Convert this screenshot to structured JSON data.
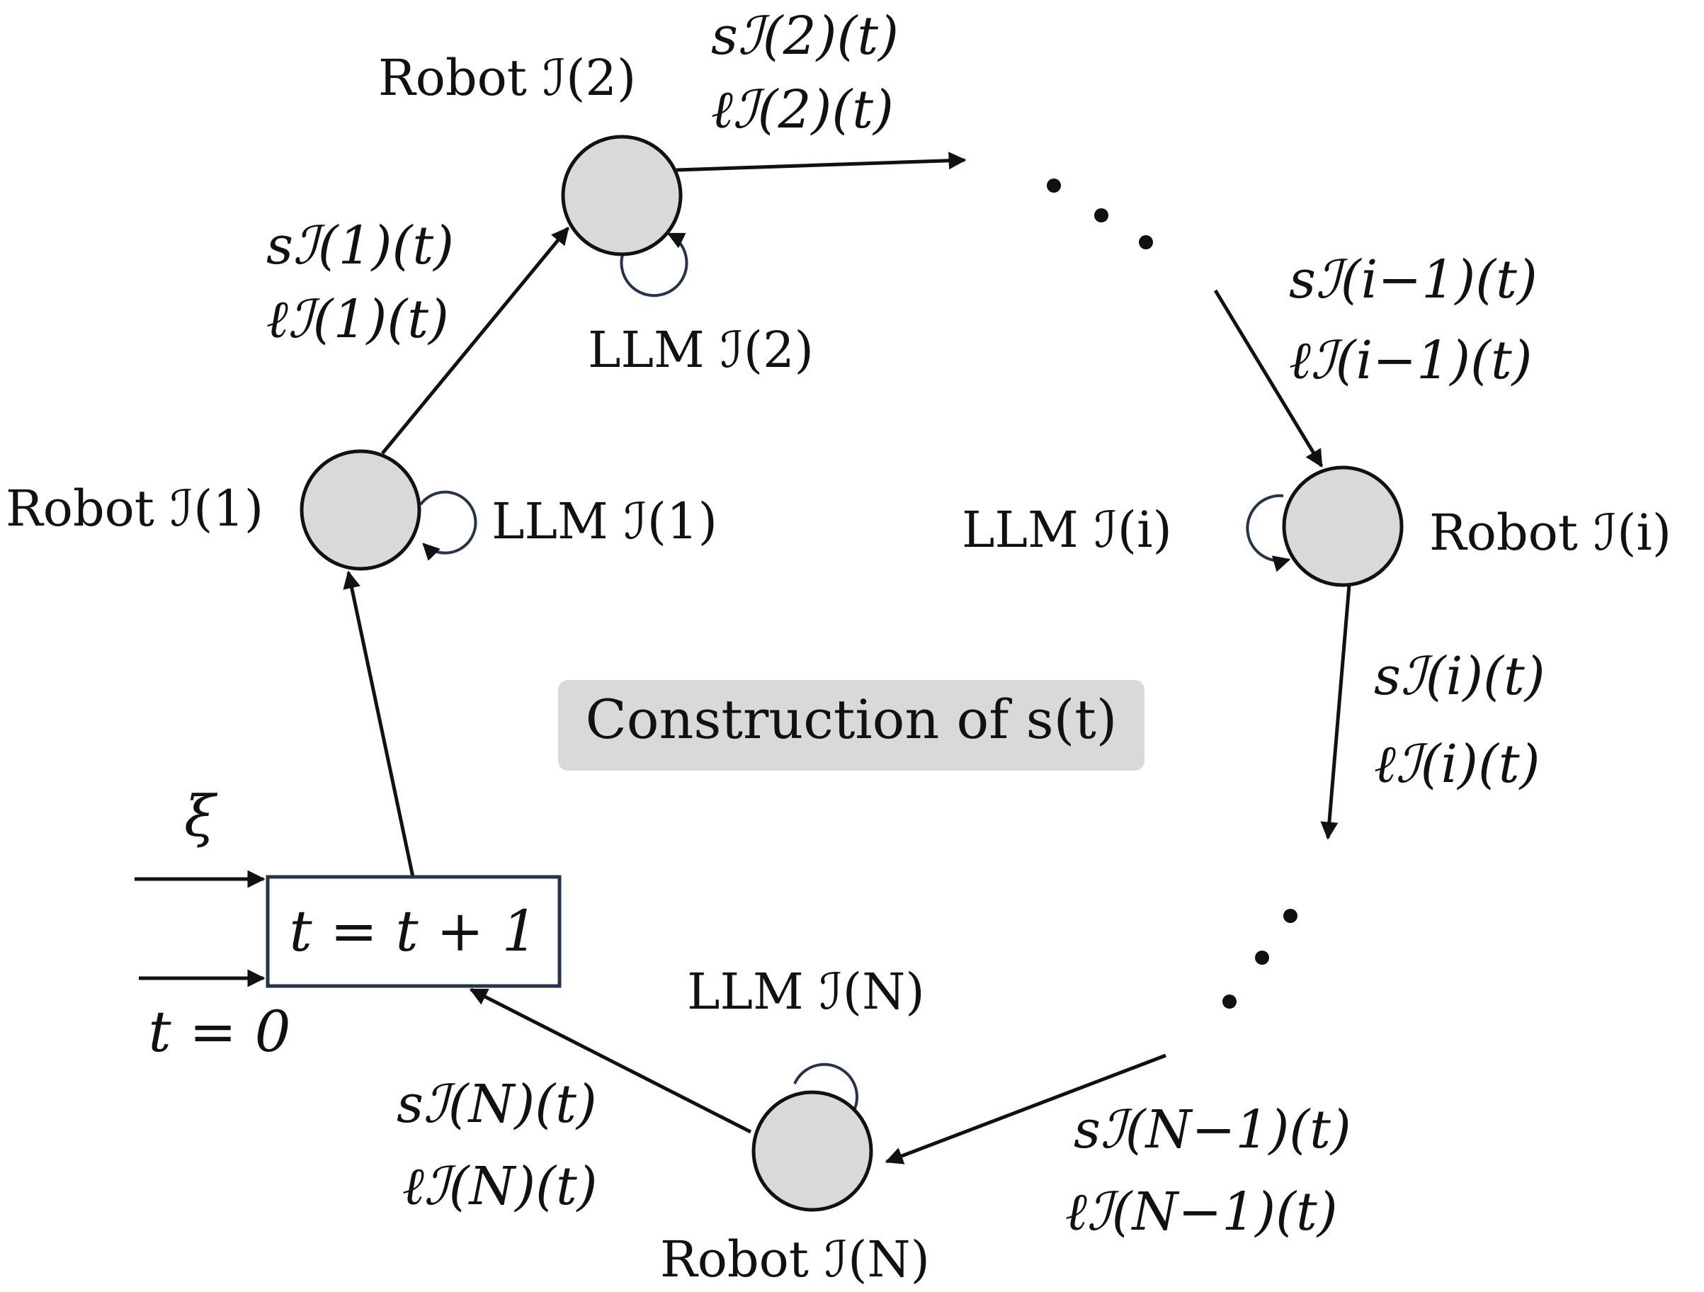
{
  "robots": {
    "r1": {
      "label": "Robot ℐ(1)",
      "llm": "LLM ℐ(1)"
    },
    "r2": {
      "label": "Robot ℐ(2)",
      "llm": "LLM ℐ(2)"
    },
    "ri": {
      "label": "Robot ℐ(i)",
      "llm": "LLM ℐ(i)"
    },
    "rN": {
      "label": "Robot ℐ(N)",
      "llm": "LLM ℐ(N)"
    }
  },
  "edges": {
    "e1": {
      "s": "sℐ(1)(t)",
      "l": "ℓℐ(1)(t)"
    },
    "e2": {
      "s": "sℐ(2)(t)",
      "l": "ℓℐ(2)(t)"
    },
    "eim1": {
      "s": "sℐ(i−1)(t)",
      "l": "ℓℐ(i−1)(t)"
    },
    "ei": {
      "s": "sℐ(i)(t)",
      "l": "ℓℐ(i)(t)"
    },
    "eNm1": {
      "s": "sℐ(N−1)(t)",
      "l": "ℓℐ(N−1)(t)"
    },
    "eN": {
      "s": "sℐ(N)(t)",
      "l": "ℓℐ(N)(t)"
    }
  },
  "update_box": "t = t + 1",
  "inputs": {
    "xi": "ξ",
    "init": "t = 0"
  },
  "center_label": "Construction of s(t)"
}
